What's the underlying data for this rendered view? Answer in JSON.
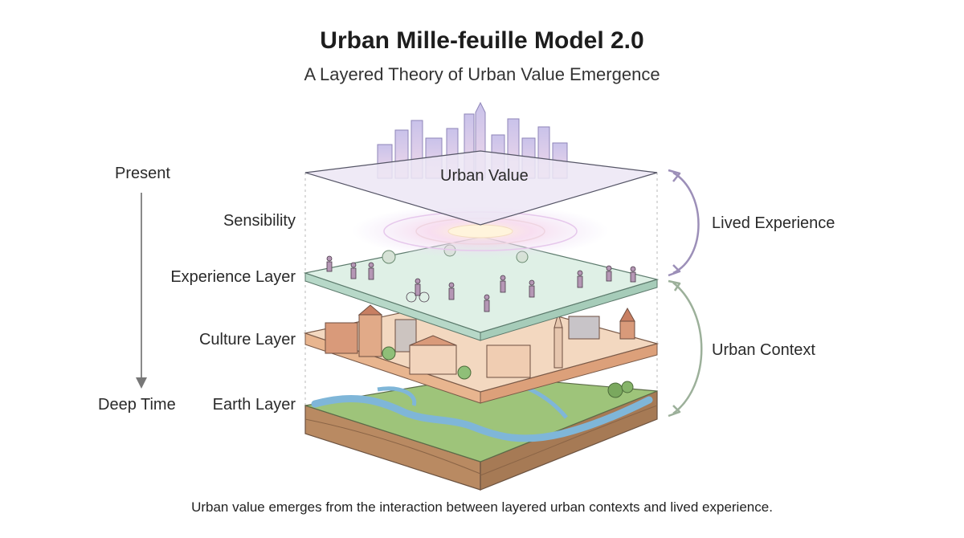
{
  "title": "Urban Mille-feuille Model 2.0",
  "subtitle": "A Layered Theory of Urban Value Emergence",
  "time_axis": {
    "top": "Present",
    "bottom": "Deep Time"
  },
  "layers": {
    "value": "Urban Value",
    "sensibility": "Sensibility",
    "experience": "Experience Layer",
    "culture": "Culture Layer",
    "earth": "Earth Layer"
  },
  "arrows": {
    "lived": "Lived Experience",
    "context": "Urban Context"
  },
  "caption": "Urban value emerges from the interaction between layered urban contexts and lived experience.",
  "colors": {
    "earth_green": "#9ec47a",
    "earth_water": "#7fb6d8",
    "soil": "#c9a07a",
    "culture_fill": "#f3d8c0",
    "experience_fill": "#dff0e6",
    "value_fill": "#ece6f5",
    "arrow": "#9c8fb8"
  }
}
